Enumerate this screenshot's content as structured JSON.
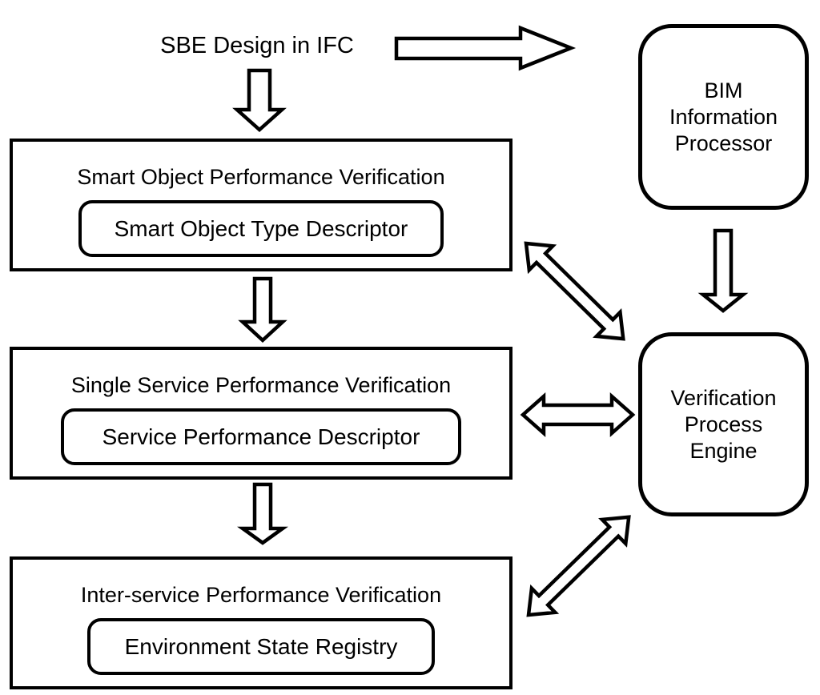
{
  "colors": {
    "ink": "#000000",
    "background": "#ffffff"
  },
  "diagram": {
    "source": {
      "label": "SBE Design in IFC"
    },
    "stages": [
      {
        "title": "Smart Object Performance Verification",
        "descriptor": "Smart Object Type Descriptor"
      },
      {
        "title": "Single Service Performance Verification",
        "descriptor": "Service Performance Descriptor"
      },
      {
        "title": "Inter-service Performance Verification",
        "descriptor": "Environment State Registry"
      }
    ],
    "nodes": {
      "bim": {
        "lines": [
          "BIM",
          "Information",
          "Processor"
        ]
      },
      "engine": {
        "lines": [
          "Verification",
          "Process",
          "Engine"
        ]
      }
    },
    "edges": [
      {
        "from": "SBE Design in IFC",
        "to": "Smart Object Performance Verification",
        "style": "single"
      },
      {
        "from": "SBE Design in IFC",
        "to": "BIM Information Processor",
        "style": "single"
      },
      {
        "from": "Smart Object Performance Verification",
        "to": "Single Service Performance Verification",
        "style": "single"
      },
      {
        "from": "Single Service Performance Verification",
        "to": "Inter-service Performance Verification",
        "style": "single"
      },
      {
        "from": "BIM Information Processor",
        "to": "Verification Process Engine",
        "style": "single"
      },
      {
        "from": "Smart Object Performance Verification",
        "to": "Verification Process Engine",
        "style": "double"
      },
      {
        "from": "Single Service Performance Verification",
        "to": "Verification Process Engine",
        "style": "double"
      },
      {
        "from": "Inter-service Performance Verification",
        "to": "Verification Process Engine",
        "style": "double"
      }
    ]
  }
}
